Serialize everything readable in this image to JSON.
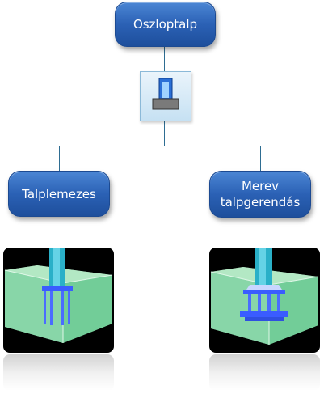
{
  "diagram": {
    "root": {
      "label": "Oszloptalp"
    },
    "center_icon": {
      "name": "column-base-icon"
    },
    "children": [
      {
        "label": "Talplemezes",
        "thumbnail": "base-plate-column-render"
      },
      {
        "label": "Merev talpgerendás",
        "thumbnail": "rigid-base-beam-column-render"
      }
    ]
  },
  "colors": {
    "node_fill": "#2b61b5",
    "connector": "#2e6d92",
    "concrete": "#7fd3a6",
    "steel": "#2ab0c8",
    "bolts": "#4a6cff"
  }
}
